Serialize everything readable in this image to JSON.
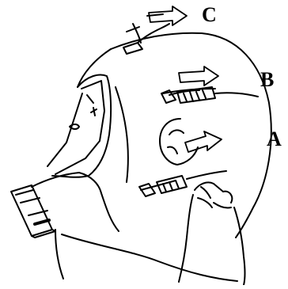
{
  "diagram": {
    "labels": {
      "c": "C",
      "b": "B",
      "a": "A"
    },
    "colors": {
      "ink": "#000000",
      "fill": "#ffffff"
    }
  }
}
